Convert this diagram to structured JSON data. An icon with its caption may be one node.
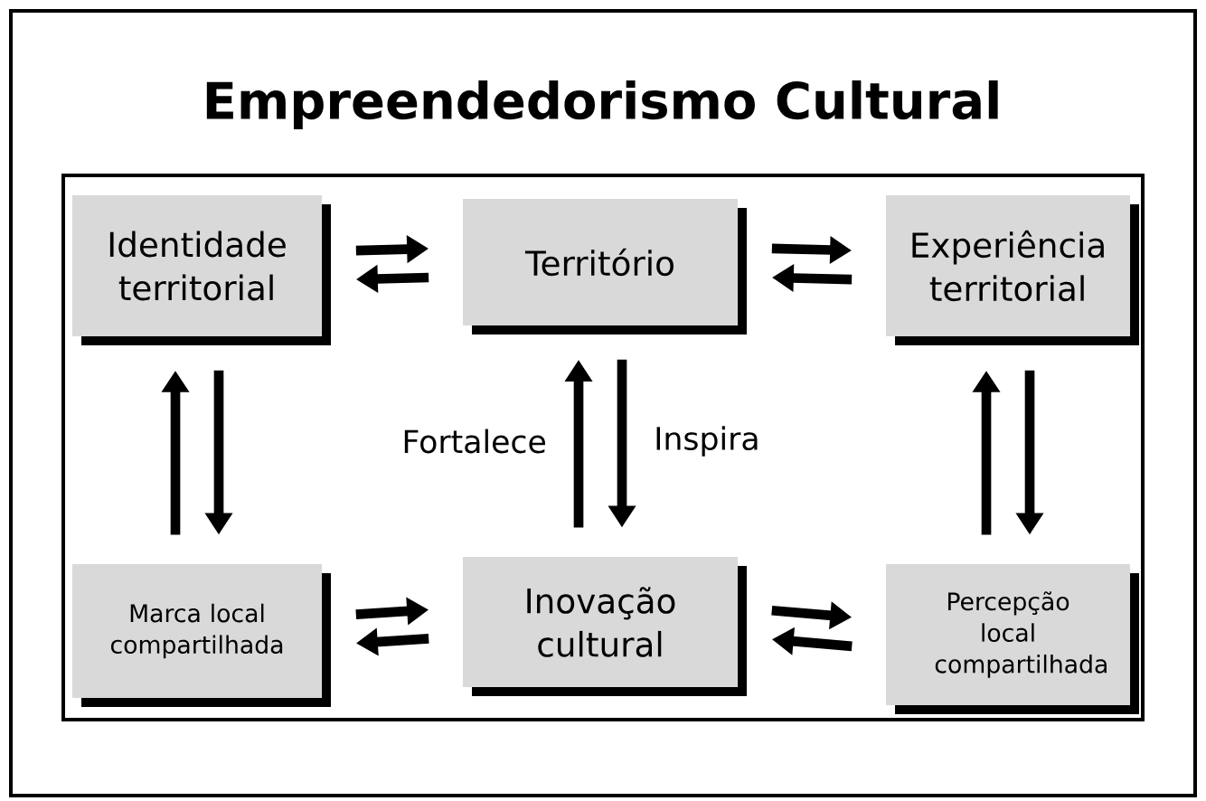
{
  "diagram": {
    "title": "Empreendedorismo Cultural",
    "nodes": [
      {
        "text": [
          "Identidade territorial"
        ]
      },
      {
        "text": [
          "Território"
        ]
      },
      {
        "text": [
          "Experiência territorial"
        ]
      },
      {
        "text": [
          "Marca local compartilhada"
        ]
      },
      {
        "text": [
          "Inovação cultural"
        ]
      },
      {
        "text": [
          "Percepção local compartilhada"
        ]
      }
    ],
    "edges": [
      {
        "from": 0,
        "to": 1,
        "arrow": "to"
      },
      {
        "from": 1,
        "to": 0,
        "arrow": "to"
      },
      {
        "from": 1,
        "to": 2,
        "arrow": "to"
      },
      {
        "from": 2,
        "to": 1,
        "arrow": "to"
      },
      {
        "from": 3,
        "to": 0,
        "arrow": "to"
      },
      {
        "from": 0,
        "to": 3,
        "arrow": "to"
      },
      {
        "from": 4,
        "to": 1,
        "arrow": "to",
        "label": "Fortalece"
      },
      {
        "from": 1,
        "to": 4,
        "arrow": "to",
        "label": "Inspira"
      },
      {
        "from": 5,
        "to": 2,
        "arrow": "to"
      },
      {
        "from": 2,
        "to": 5,
        "arrow": "to"
      },
      {
        "from": 3,
        "to": 4,
        "arrow": "to"
      },
      {
        "from": 4,
        "to": 3,
        "arrow": "to"
      },
      {
        "from": 4,
        "to": 5,
        "arrow": "to"
      },
      {
        "from": 5,
        "to": 4,
        "arrow": "to"
      }
    ]
  }
}
